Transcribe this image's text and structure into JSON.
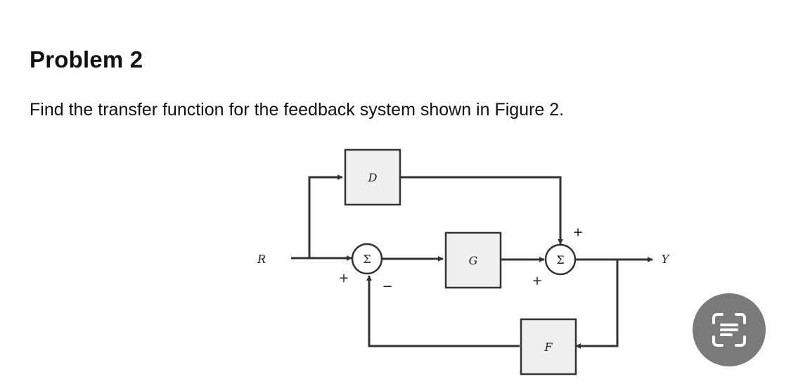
{
  "problem": {
    "title": "Problem 2",
    "prompt": "Find the transfer function for the feedback system shown in Figure 2."
  },
  "diagram": {
    "input_label": "R",
    "output_label": "Y",
    "blocks": {
      "d": "D",
      "g": "G",
      "f": "F"
    },
    "summer_symbol": "Σ",
    "summer1_signs": {
      "left": "+",
      "bottom": "−"
    },
    "summer2_signs": {
      "top": "+",
      "left": "+"
    }
  },
  "colors": {
    "block_fill": "#efefef",
    "line": "#333333",
    "fab_background": "#7a7a7a"
  },
  "icons": {
    "fab": "text-scan-icon"
  }
}
